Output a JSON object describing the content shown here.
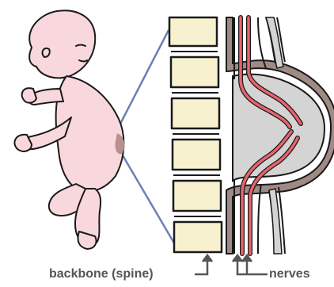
{
  "labels": {
    "backbone": "backbone (spine)",
    "nerves": "nerves"
  },
  "colors": {
    "skin": "#f8d8dc",
    "skin_outline": "#1a1a1a",
    "lesion": "#b89090",
    "vertebra": "#f7f1d0",
    "sac": "#d4d4d4",
    "nerve": "#e8646c",
    "tissue": "#a08a86",
    "zoom_lines": "#6e7fb5"
  },
  "icons": [
    "baby-illustration",
    "spine-cross-section",
    "arrow-up-icon"
  ]
}
